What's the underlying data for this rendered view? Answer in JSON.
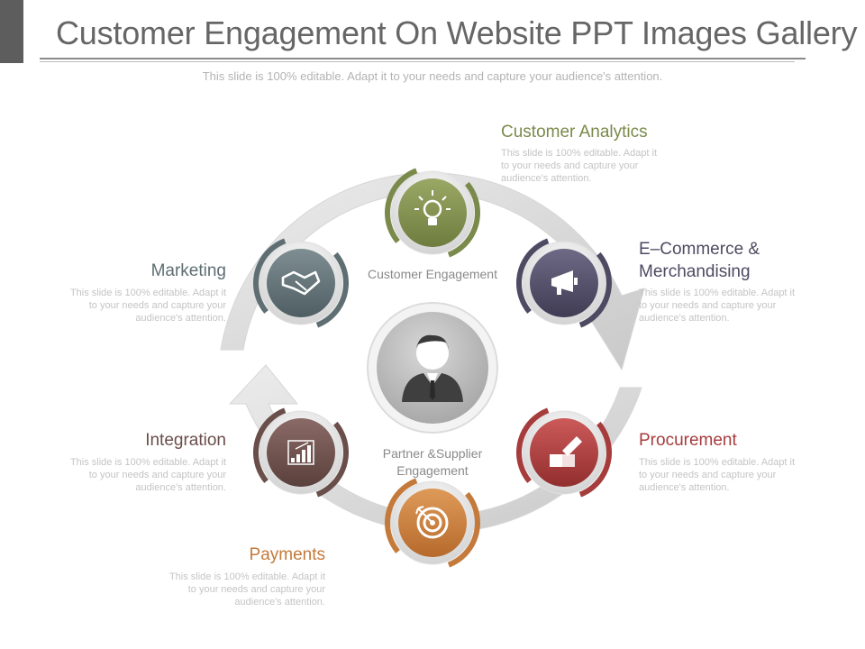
{
  "slide": {
    "title": "Customer Engagement On Website PPT Images Gallery",
    "subtitle": "This slide is 100% editable. Adapt it to your needs and capture your audience's attention."
  },
  "center": {
    "top_label": "Customer Engagement",
    "bottom_label": "Partner &Supplier Engagement",
    "icon": "person-icon"
  },
  "stages": [
    {
      "heading": "Customer Analytics",
      "text": "This slide is 100% editable. Adapt it to your needs and capture your audience's attention.",
      "icon": "lightbulb-icon",
      "color": "#7a8a4a"
    },
    {
      "heading": "E–Commerce & Merchandising",
      "text": "This slide is 100% editable. Adapt it to your needs and capture your audience's attention.",
      "icon": "megaphone-icon",
      "color": "#4e4a62"
    },
    {
      "heading": "Procurement",
      "text": "This slide is 100% editable. Adapt it to your needs and capture your audience's attention.",
      "icon": "puzzle-hand-icon",
      "color": "#a63c3c"
    },
    {
      "heading": "Payments",
      "text": "This slide is 100% editable. Adapt it to your needs and capture your audience's attention.",
      "icon": "target-icon",
      "color": "#c47a3a"
    },
    {
      "heading": "Integration",
      "text": "This slide is 100% editable. Adapt it to your needs and capture your audience's attention.",
      "icon": "bar-chart-icon",
      "color": "#6a4e4a"
    },
    {
      "heading": "Marketing",
      "text": "This slide is 100% editable. Adapt it to your needs and capture your audience's attention.",
      "icon": "handshake-icon",
      "color": "#5e6e72"
    }
  ]
}
